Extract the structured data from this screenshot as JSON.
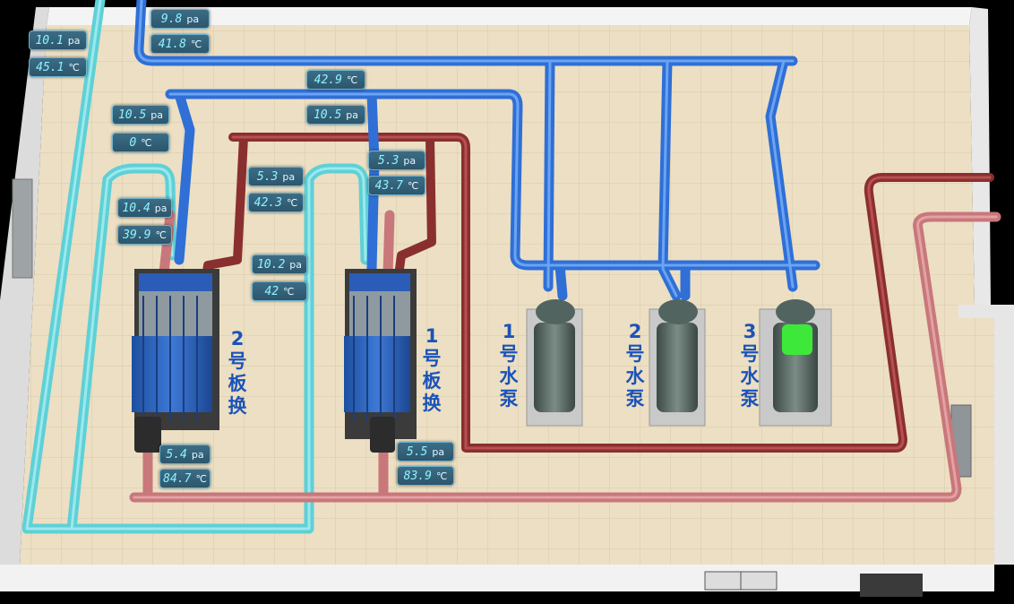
{
  "colors": {
    "cold_pipe": "#2f6fd6",
    "aux_pipe": "#5fd0d6",
    "hot_pipe": "#c06a6a",
    "hot_pipe_dark": "#8a2f2f",
    "label": "#1b53b8",
    "readout_text": "#8ff3ff",
    "pump_running": "#3ee83a",
    "floor": "#ece0c5",
    "wall": "#f2f2f2"
  },
  "readouts": [
    {
      "id": "r1",
      "value": "10.1",
      "unit": "pa"
    },
    {
      "id": "r2",
      "value": "45.1",
      "unit": "℃"
    },
    {
      "id": "r3",
      "value": "9.8",
      "unit": "pa"
    },
    {
      "id": "r4",
      "value": "41.8",
      "unit": "℃"
    },
    {
      "id": "r5",
      "value": "42.9",
      "unit": "℃"
    },
    {
      "id": "r6",
      "value": "10.5",
      "unit": "pa"
    },
    {
      "id": "r7",
      "value": "10.5",
      "unit": "pa"
    },
    {
      "id": "r8",
      "value": "0",
      "unit": "℃"
    },
    {
      "id": "r9",
      "value": "5.3",
      "unit": "pa"
    },
    {
      "id": "r10",
      "value": "42.3",
      "unit": "℃"
    },
    {
      "id": "r11",
      "value": "5.3",
      "unit": "pa"
    },
    {
      "id": "r12",
      "value": "43.7",
      "unit": "℃"
    },
    {
      "id": "r13",
      "value": "10.4",
      "unit": "pa"
    },
    {
      "id": "r14",
      "value": "39.9",
      "unit": "℃"
    },
    {
      "id": "r15",
      "value": "10.2",
      "unit": "pa"
    },
    {
      "id": "r16",
      "value": "42",
      "unit": "℃"
    },
    {
      "id": "r17",
      "value": "5.4",
      "unit": "pa"
    },
    {
      "id": "r18",
      "value": "84.7",
      "unit": "℃"
    },
    {
      "id": "r19",
      "value": "5.5",
      "unit": "pa"
    },
    {
      "id": "r20",
      "value": "83.9",
      "unit": "℃"
    }
  ],
  "equipment_labels": {
    "heat_exchanger_2": [
      "2",
      "号",
      "板",
      "换"
    ],
    "heat_exchanger_1": [
      "1",
      "号",
      "板",
      "换"
    ],
    "pump_1": [
      "1",
      "号",
      "水",
      "泵"
    ],
    "pump_2": [
      "2",
      "号",
      "水",
      "泵"
    ],
    "pump_3": [
      "3",
      "号",
      "水",
      "泵"
    ]
  },
  "pumps": [
    {
      "id": "pump_1",
      "status": "stopped"
    },
    {
      "id": "pump_2",
      "status": "stopped"
    },
    {
      "id": "pump_3",
      "status": "running"
    }
  ]
}
